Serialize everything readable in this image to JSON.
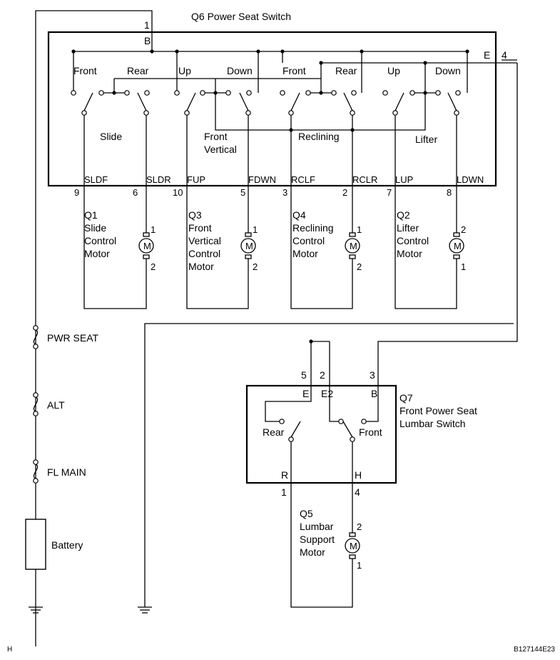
{
  "footer": {
    "left_code": "H",
    "right_code": "B127144E23"
  },
  "power": {
    "fuses": [
      "PWR SEAT",
      "ALT",
      "FL MAIN"
    ],
    "battery_label": "Battery"
  },
  "q6": {
    "title": "Q6  Power Seat Switch",
    "pin_b_number": "1",
    "pin_b_label": "B",
    "pin_e_label": "E",
    "pin_e_number": "4",
    "positions": [
      "Front",
      "Rear",
      "Up",
      "Down",
      "Front",
      "Rear",
      "Up",
      "Down"
    ],
    "groups": [
      "Slide",
      "Front\nVertical",
      "Reclining",
      "Lifter"
    ],
    "pins": [
      {
        "label": "SLDF",
        "number": "9"
      },
      {
        "label": "SLDR",
        "number": "6"
      },
      {
        "label": "FUP",
        "number": "10"
      },
      {
        "label": "FDWN",
        "number": "5"
      },
      {
        "label": "RCLF",
        "number": "3"
      },
      {
        "label": "RCLR",
        "number": "2"
      },
      {
        "label": "LUP",
        "number": "7"
      },
      {
        "label": "LDWN",
        "number": "8"
      }
    ]
  },
  "motors": [
    {
      "name": "Q1\nSlide\nControl\nMotor",
      "pin_top": "1",
      "pin_bottom": "2",
      "symbol": "M"
    },
    {
      "name": "Q3\nFront\nVertical\nControl\nMotor",
      "pin_top": "1",
      "pin_bottom": "2",
      "symbol": "M"
    },
    {
      "name": "Q4\nReclining\nControl\nMotor",
      "pin_top": "1",
      "pin_bottom": "2",
      "symbol": "M"
    },
    {
      "name": "Q2\nLifter\nControl\nMotor",
      "pin_top": "2",
      "pin_bottom": "1",
      "symbol": "M"
    }
  ],
  "q7": {
    "title": "Q7\nFront Power Seat\nLumbar Switch",
    "top_pins": [
      {
        "number": "5",
        "label": "E"
      },
      {
        "number": "2",
        "label": "E2"
      },
      {
        "number": "3",
        "label": "B"
      }
    ],
    "positions": [
      "Rear",
      "Front"
    ],
    "bottom_pins": [
      {
        "label": "R",
        "number": "1"
      },
      {
        "label": "H",
        "number": "4"
      }
    ]
  },
  "q5": {
    "name": "Q5\nLumbar\nSupport\nMotor",
    "pin_top": "2",
    "pin_bottom": "1",
    "symbol": "M"
  }
}
